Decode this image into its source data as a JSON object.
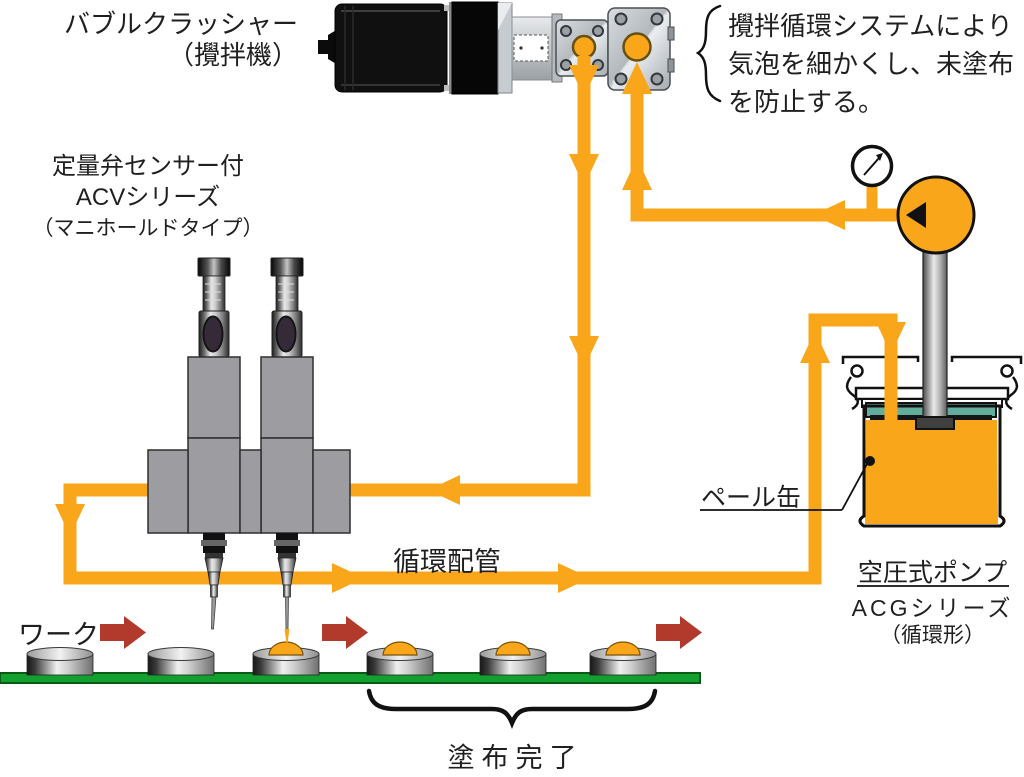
{
  "labels": {
    "bubble_crusher": {
      "line1": "バブルクラッシャー",
      "line2": "（攪拌機）"
    },
    "acv_valve": {
      "line1": "定量弁センサー付",
      "line2": "ACVシリーズ",
      "line3": "（マニホールドタイプ）"
    },
    "note": {
      "line1": "攪拌循環システムにより",
      "line2": "気泡を細かくし、未塗布",
      "line3": "を防止する。"
    },
    "circulation_pipe": "循環配管",
    "pail_can": "ペール缶",
    "pump": {
      "line1": "空圧式ポンプ",
      "line2": "ACGシリーズ",
      "line3": "（循環形）"
    },
    "work": "ワーク",
    "coating_complete": "塗布完了"
  },
  "icons": {
    "pressure_gauge": "dial-with-needle",
    "flow_arrow": "orange-triangle",
    "direction_arrow": "red-block-arrow",
    "brace": "curly-brace"
  },
  "colors": {
    "pipe_orange": "#F9A61B",
    "arrow_red": "#B23A2C",
    "board_green": "#12A12F",
    "lid_teal": "#63AD9C",
    "valve_gray": "#9C9CA1"
  }
}
